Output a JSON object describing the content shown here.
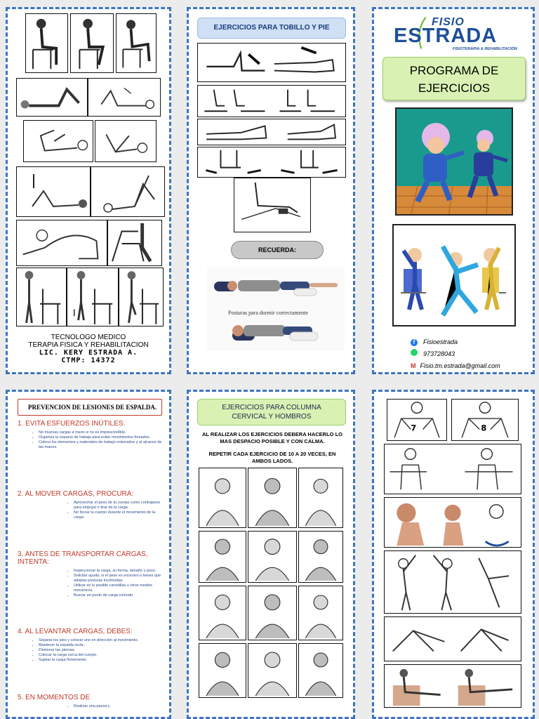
{
  "panel1": {
    "footer": {
      "line1": "TECNOLOGO MEDICO",
      "line2": "TERAPIA FISICA Y REHABILITACION",
      "line3": "LIC. KERY ESTRADA A.",
      "line4": "CTMP: 14372"
    }
  },
  "panel2": {
    "title": "EJERCICIOS PARA TOBILLO Y PIE",
    "recuerda": "RECUERDA:",
    "sleep_caption": "Posturas para dormir correctamente"
  },
  "panel3": {
    "logo_fisio": "FISIO",
    "logo_estrada": "ESTRADA",
    "logo_tagline": "FISIOTERAPIA & REHABILITACIÓN",
    "program_title_1": "PROGRAMA DE",
    "program_title_2": "EJERCICIOS",
    "contact": {
      "facebook": "Fisioestrada",
      "whatsapp": "973728043",
      "email": "Fisio.tm.estrada@gmail.com"
    }
  },
  "panel4": {
    "title": "PREVENCION DE LESIONES DE ESPALDA.",
    "sections": [
      {
        "heading": "1. EVITA ESFUERZOS INÚTILES:",
        "bullets": [
          "No muevas cargas a mano si no es imprescindible.",
          "Organiza tu espacio de trabajo para evitar movimientos forzados.",
          "Coloca los elementos y materiales de trabajo ordenados y al alcance de las manos."
        ]
      },
      {
        "heading": "2. AL MOVER CARGAS, PROCURA:",
        "bullets": [
          "Aprovechar el peso de tu cuerpo como contrapeso para empujar o tirar de la carga.",
          "No forzar tu cuerpo durante el movimiento de la carga."
        ]
      },
      {
        "heading": "3. ANTES DE TRANSPORTAR CARGAS, INTENTA:",
        "bullets": [
          "Inspeccionar la carga, su forma, tamaño y peso.",
          "Solicitar ayuda, si el peso es excesivo o tienes que adoptar posturas incómodas.",
          "Utilizar en lo posible carretillas u otros medios mecánicos.",
          "Buscar un punto de carga cómodo."
        ]
      },
      {
        "heading": "4. AL LEVANTAR CARGAS, DEBES:",
        "bullets": [
          "Separar los pies y colocar uno en dirección al movimiento.",
          "Mantener la espalda recta.",
          "Flexionar las piernas.",
          "Colocar la carga cerca del cuerpo.",
          "Sujetar la carga firmemente."
        ]
      },
      {
        "heading": "5. EN MOMENTOS DE",
        "bullets": [
          "Realizar una pausa y"
        ]
      }
    ]
  },
  "panel5": {
    "title_1": "EJERCICIOS PARA COLUMNA",
    "title_2": "CERVICAL Y HOMBROS",
    "instruction_1": "AL REALIZAR LOS EJERCICIOS DEBERA HACERLO LO MAS DESPACIO POSIBLE Y CON CALMA.",
    "instruction_2": "REPETIR CADA EJERCICIO DE 10 A 20 VECES, EN AMBOS LADOS."
  },
  "panel6": {
    "fig_labels": [
      "7",
      "8"
    ]
  },
  "colors": {
    "accent_blue": "#3d74c2",
    "pill_green": "#d9f2b4",
    "pill_border": "#9ccf6a",
    "logo_blue": "#1d4f9a",
    "alert_red": "#c0392b"
  }
}
